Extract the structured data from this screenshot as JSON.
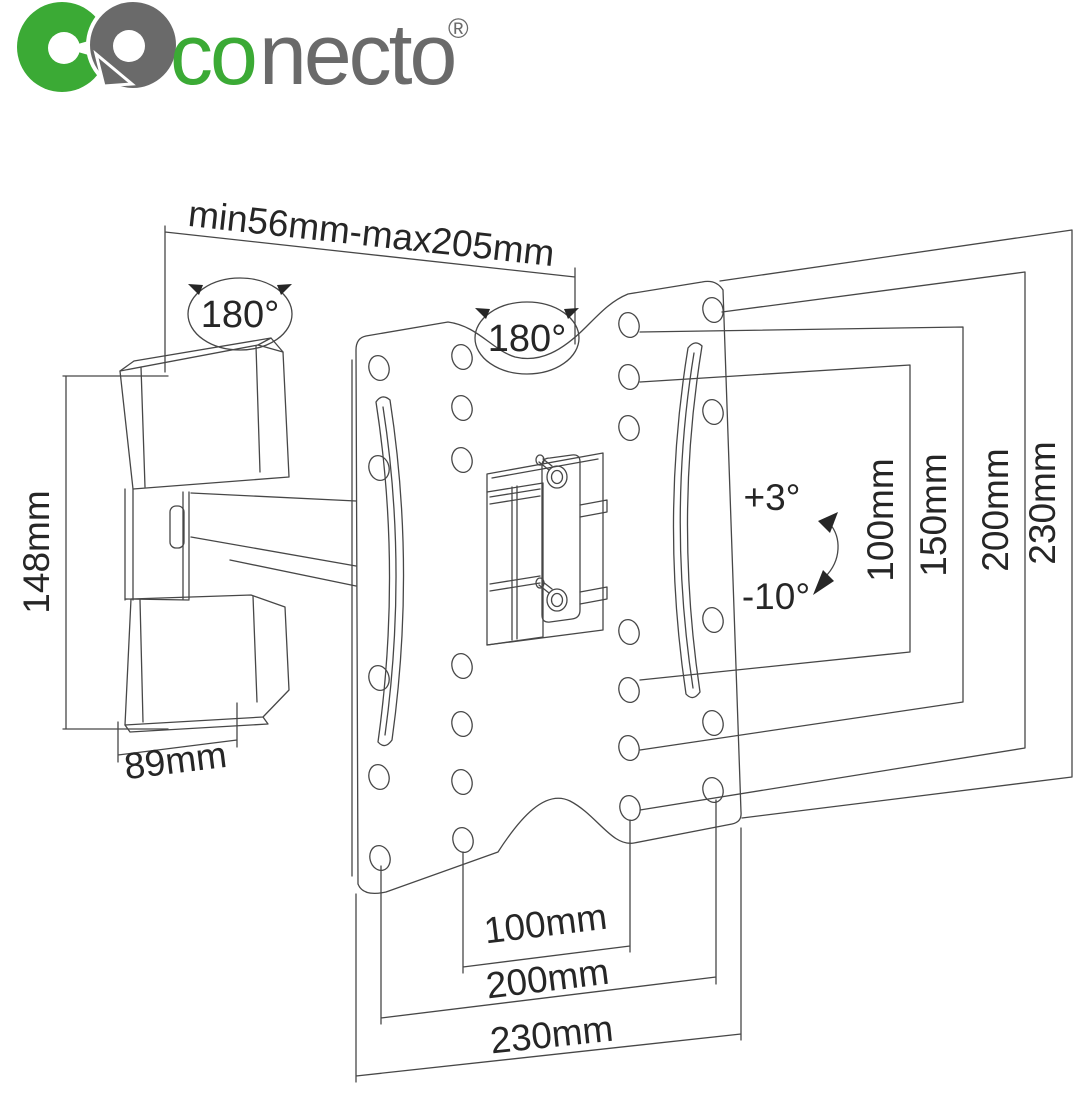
{
  "logo": {
    "part1": "co",
    "part2": "necto",
    "registered": "®",
    "green": "#3BAA35",
    "gray": "#6A6A6A"
  },
  "drawing": {
    "top_dimension": "min56mm-max205mm",
    "swivel_left": "180°",
    "swivel_right": "180°",
    "left_height": "148mm",
    "left_width": "89mm",
    "tilt_up": "+3°",
    "tilt_down": "-10°",
    "vesa_vertical": [
      "100mm",
      "150mm",
      "200mm",
      "230mm"
    ],
    "vesa_horizontal": [
      "100mm",
      "200mm",
      "230mm"
    ],
    "line_color": "#474747",
    "text_color": "#262626"
  }
}
